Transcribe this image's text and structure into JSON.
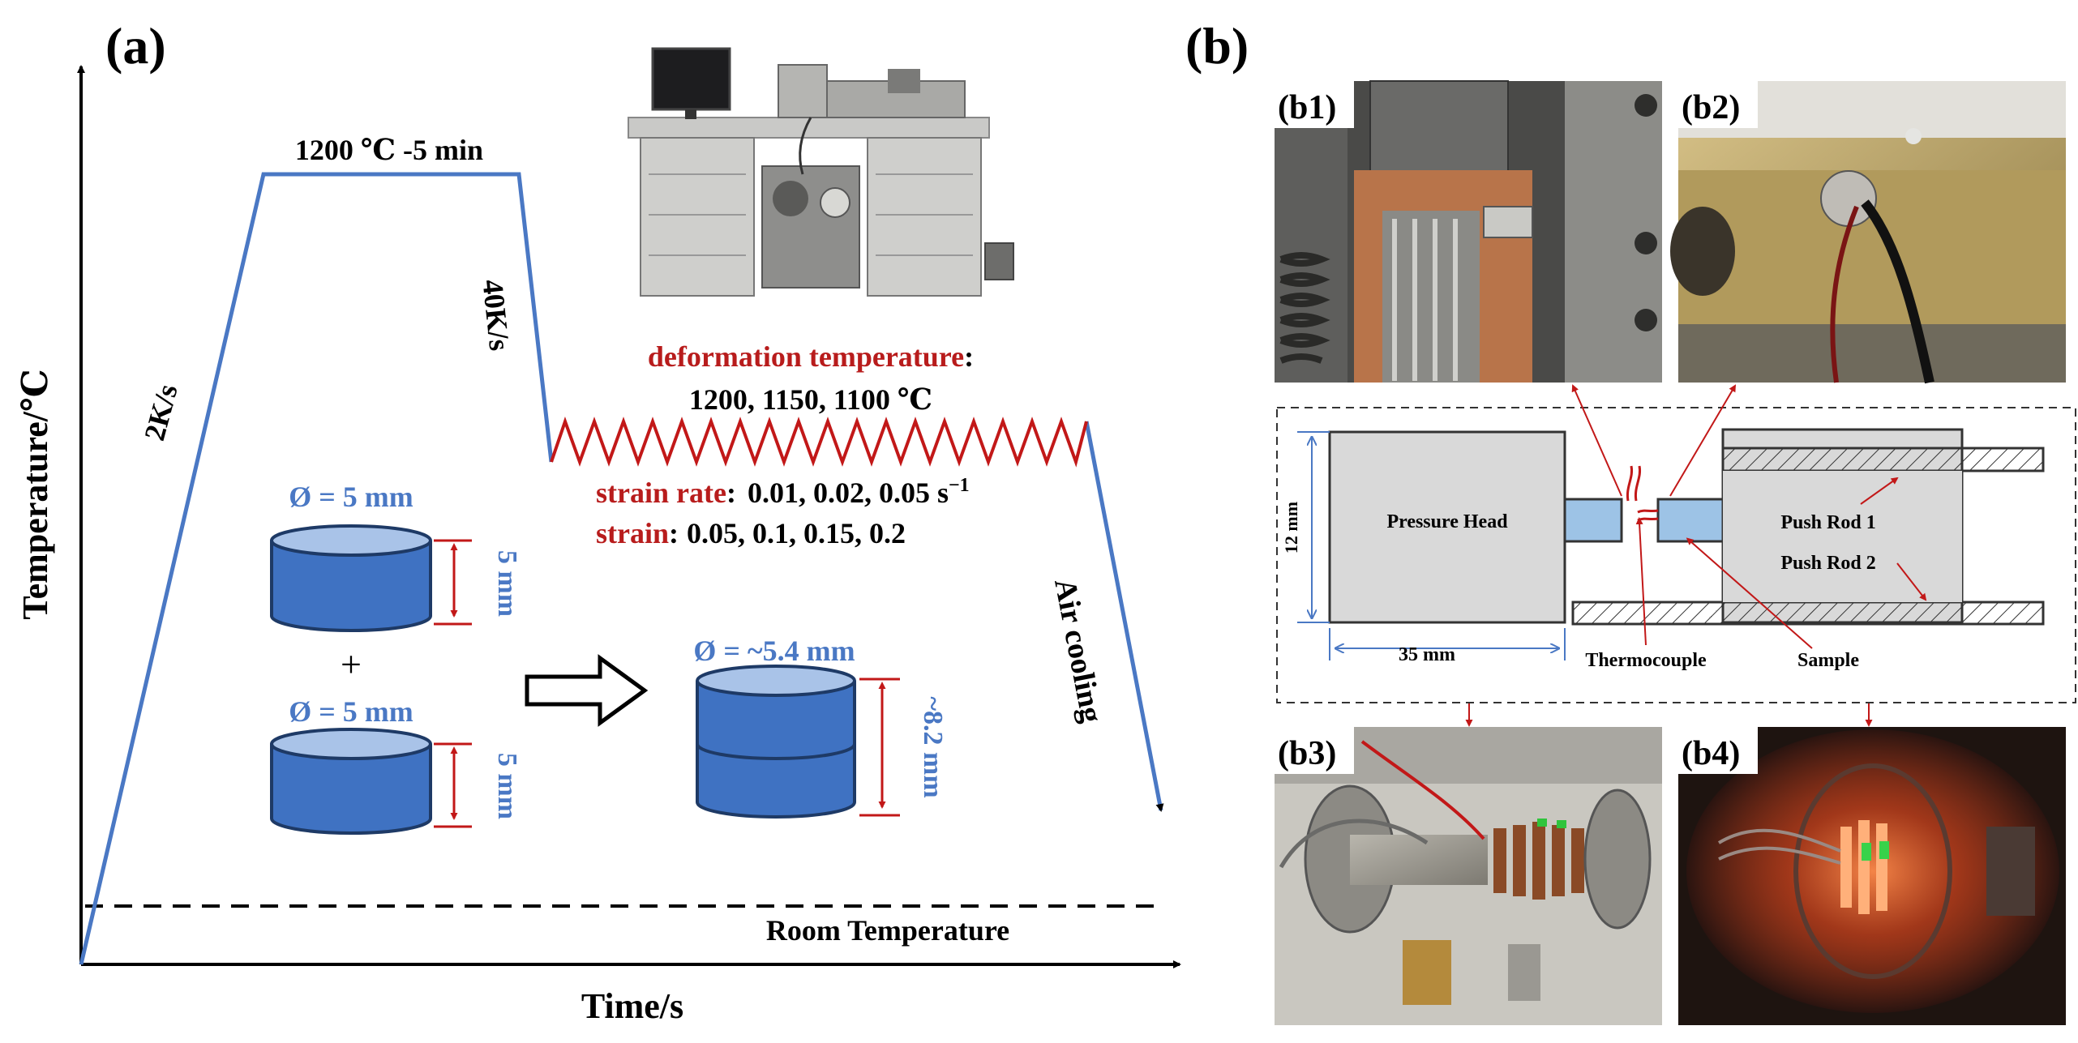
{
  "panel_a": {
    "label": "(a)",
    "y_axis_label": "Temperature/℃",
    "x_axis_label": "Time/s",
    "hold_label": "1200 ℃ -5 min",
    "heating_rate": "2K/s",
    "cooling_rate": "40K/s",
    "air_cooling": "Air cooling",
    "room_temperature": "Room Temperature",
    "deformation_temperature_label": "deformation temperature",
    "colon": ":",
    "deformation_temperature_values": "1200, 1150, 1100 ℃",
    "strain_rate_label": "strain rate",
    "strain_rate_values": "0.01, 0.02,  0.05 s",
    "strain_rate_exponent": "−1",
    "strain_label": "strain",
    "strain_values": "0.05, 0.1, 0.15, 0.2",
    "sample_top_diameter": "Ø = 5 mm",
    "sample_top_height": "5 mm",
    "plus": "+",
    "sample_bottom_diameter": "Ø = 5 mm",
    "sample_bottom_height": "5 mm",
    "stacked_diameter": "Ø = ~5.4 mm",
    "stacked_height": "~8.2 mm"
  },
  "panel_b": {
    "label": "(b)",
    "photo_labels": [
      "(b1)",
      "(b2)",
      "(b3)",
      "(b4)"
    ],
    "schematic": {
      "height_dim": "12 mm",
      "width_dim": "35 mm",
      "pressure_head": "Pressure Head",
      "push_rod_1": "Push Rod 1",
      "push_rod_2": "Push Rod 2",
      "thermocouple": "Thermocouple",
      "sample": "Sample"
    }
  },
  "colors": {
    "profile_blue": "#4a78c4",
    "zigzag_red": "#c21818",
    "cylinder_fill": "#3f72c2",
    "cylinder_top": "#a9c3e8",
    "schematic_box": "#d9d9d9",
    "schematic_sample": "#9dc3e6"
  },
  "icons": [
    "thermomechanical-simulator-machine-icon",
    "block-arrow-right-icon"
  ]
}
